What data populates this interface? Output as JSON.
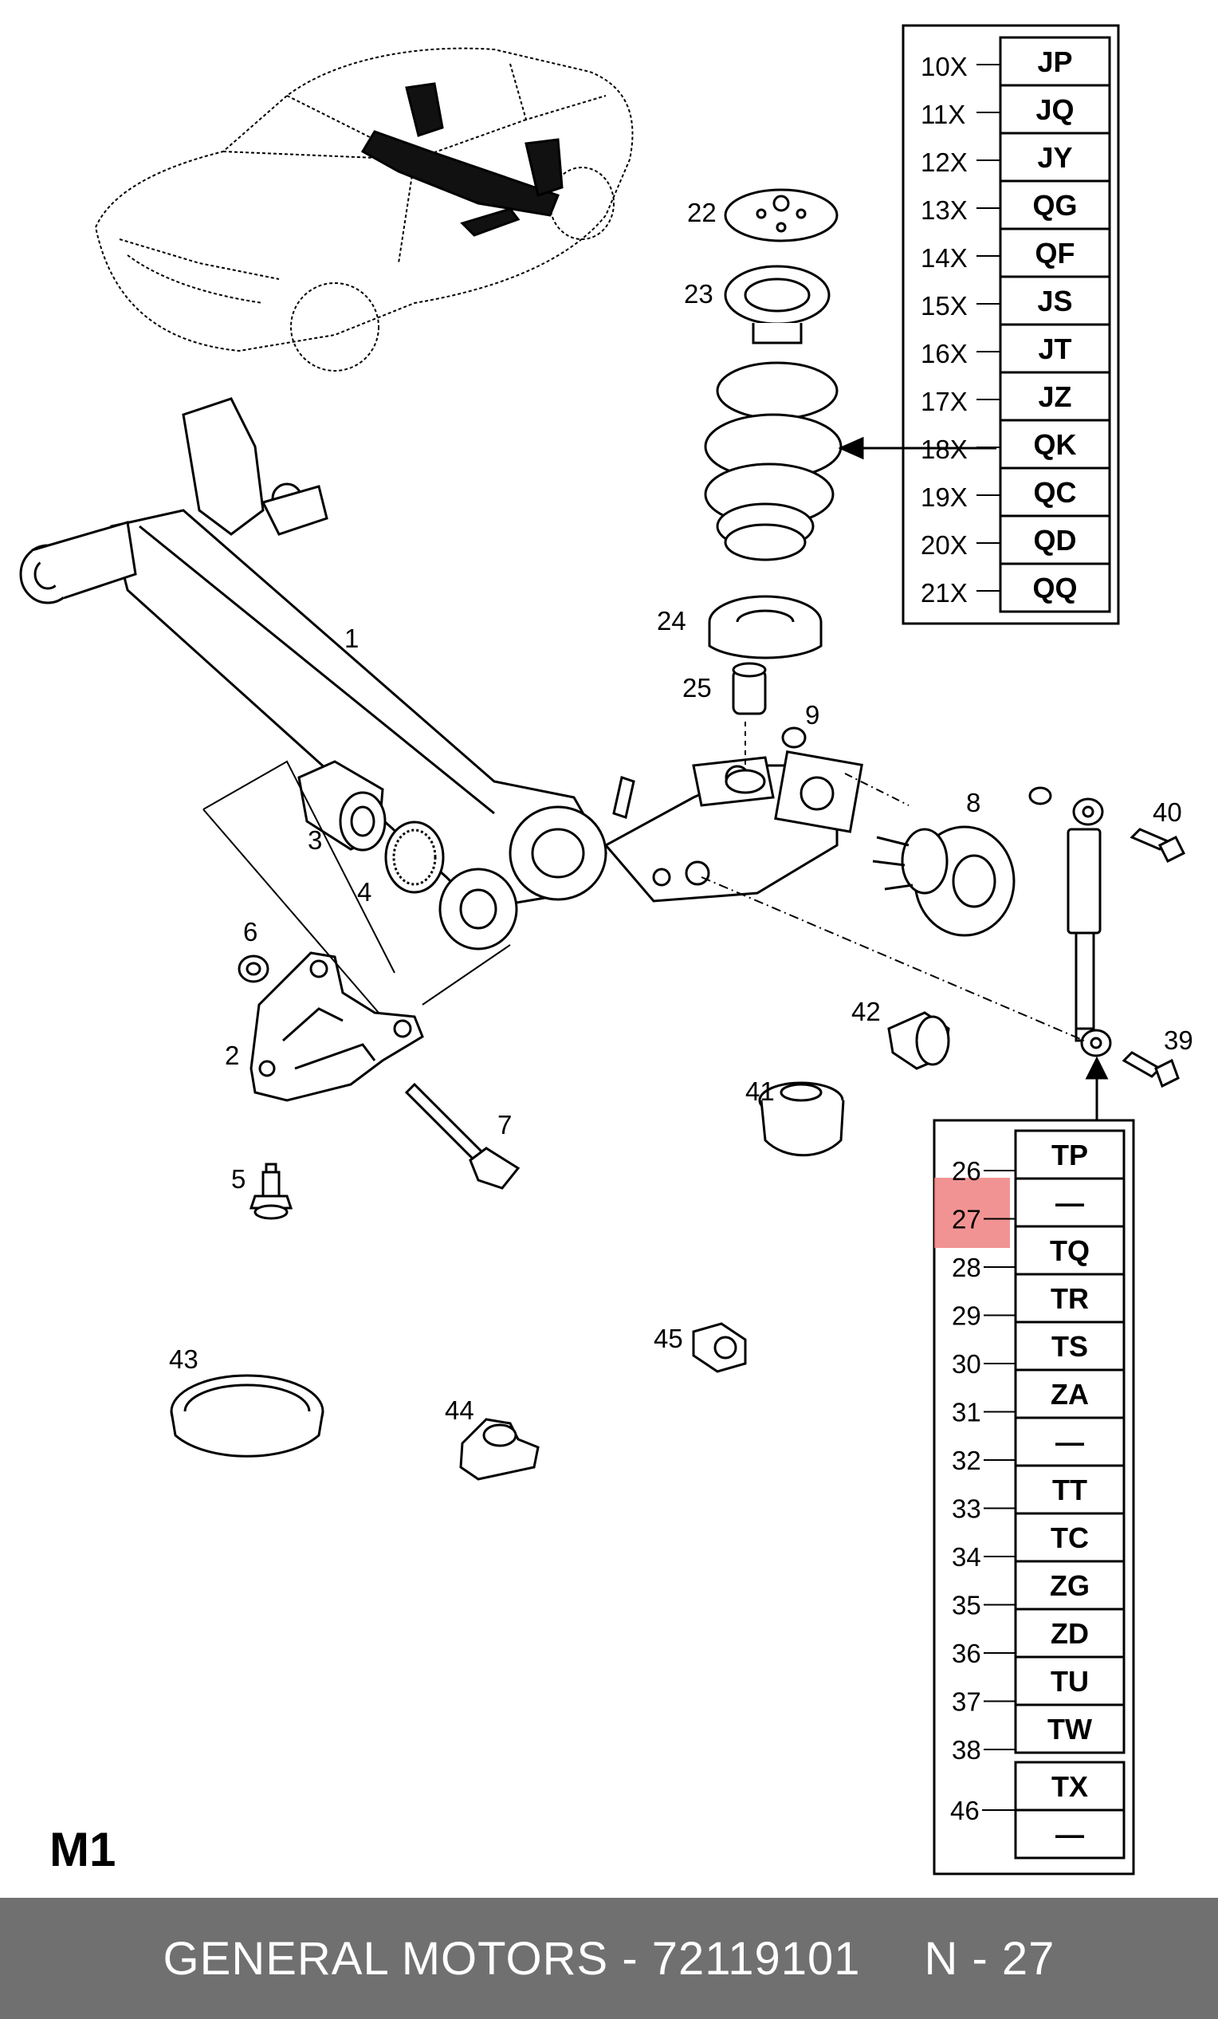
{
  "page_label": "M1",
  "callouts": [
    {
      "id": "c1",
      "text": "1"
    },
    {
      "id": "c2",
      "text": "2"
    },
    {
      "id": "c3",
      "text": "3"
    },
    {
      "id": "c4",
      "text": "4"
    },
    {
      "id": "c5",
      "text": "5"
    },
    {
      "id": "c6",
      "text": "6"
    },
    {
      "id": "c7",
      "text": "7"
    },
    {
      "id": "c8",
      "text": "8"
    },
    {
      "id": "c9",
      "text": "9"
    },
    {
      "id": "c22",
      "text": "22"
    },
    {
      "id": "c23",
      "text": "23"
    },
    {
      "id": "c24",
      "text": "24"
    },
    {
      "id": "c25",
      "text": "25"
    },
    {
      "id": "c39",
      "text": "39"
    },
    {
      "id": "c40",
      "text": "40"
    },
    {
      "id": "c41",
      "text": "41"
    },
    {
      "id": "c42",
      "text": "42"
    },
    {
      "id": "c43",
      "text": "43"
    },
    {
      "id": "c44",
      "text": "44"
    },
    {
      "id": "c45",
      "text": "45"
    }
  ],
  "spring_table": {
    "rows": [
      {
        "label": "10X",
        "code": "JP"
      },
      {
        "label": "11X",
        "code": "JQ"
      },
      {
        "label": "12X",
        "code": "JY"
      },
      {
        "label": "13X",
        "code": "QG"
      },
      {
        "label": "14X",
        "code": "QF"
      },
      {
        "label": "15X",
        "code": "JS"
      },
      {
        "label": "16X",
        "code": "JT"
      },
      {
        "label": "17X",
        "code": "JZ"
      },
      {
        "label": "18X",
        "code": "QK"
      },
      {
        "label": "19X",
        "code": "QC"
      },
      {
        "label": "20X",
        "code": "QD"
      },
      {
        "label": "21X",
        "code": "QQ"
      }
    ]
  },
  "shock_table": {
    "rows": [
      {
        "label": "26",
        "code": "TP"
      },
      {
        "label": "27",
        "code": "—"
      },
      {
        "label": "28",
        "code": "TQ"
      },
      {
        "label": "29",
        "code": "TR"
      },
      {
        "label": "30",
        "code": "TS"
      },
      {
        "label": "31",
        "code": "ZA"
      },
      {
        "label": "32",
        "code": "—"
      },
      {
        "label": "33",
        "code": "TT"
      },
      {
        "label": "34",
        "code": "TC"
      },
      {
        "label": "35",
        "code": "ZG"
      },
      {
        "label": "36",
        "code": "ZD"
      },
      {
        "label": "37",
        "code": "TU"
      },
      {
        "label": "38",
        "code": "TW"
      }
    ],
    "extra": {
      "label": "46",
      "codes": [
        "TX",
        "—"
      ]
    },
    "highlight_label": "27",
    "highlight_color": "#f08080"
  },
  "footer": {
    "brand_part": "GENERAL MOTORS - 72119101",
    "page_ref": "N - 27"
  },
  "colors": {
    "line": "#000000",
    "footer_bg": "#707070",
    "footer_text": "#ffffff"
  }
}
